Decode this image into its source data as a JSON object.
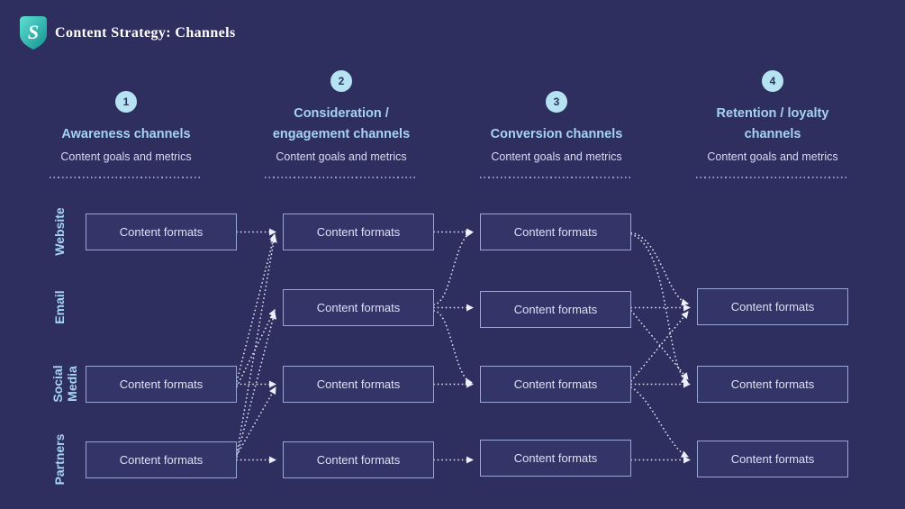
{
  "page": {
    "title": "Content Strategy: Channels",
    "logo_icon": "s-shield-logo"
  },
  "columns": [
    {
      "number": "1",
      "title": "Awareness channels",
      "subtitle": "Content goals and metrics"
    },
    {
      "number": "2",
      "title": "Consideration / engagement channels",
      "subtitle": "Content goals and metrics"
    },
    {
      "number": "3",
      "title": "Conversion channels",
      "subtitle": "Content goals and metrics"
    },
    {
      "number": "4",
      "title": "Retention / loyalty channels",
      "subtitle": "Content goals and metrics"
    }
  ],
  "rows": [
    {
      "label": "Website"
    },
    {
      "label": "Email"
    },
    {
      "label": "Social Media"
    },
    {
      "label": "Partners"
    }
  ],
  "labels": {
    "content_formats": "Content formats"
  },
  "grid_cells": [
    "website: columns 1,2,3",
    "email: columns 2,3,4",
    "social-media: columns 1,2,3,4",
    "partners: columns 1,2,3,4"
  ],
  "colors": {
    "background": "#2e2f5f",
    "accent_light_blue": "#a6d4f0",
    "circle_fill": "#b5e3f2",
    "box_border": "#9aa5d6",
    "box_fill": "#333467",
    "box_text": "#dee0f5",
    "subtitle_text": "#d8d9ef",
    "connector_dots": "#dfe2f4",
    "logo_teal_top": "#4fd8c6",
    "logo_teal_bottom": "#18968f",
    "title_text": "#ffffff"
  }
}
